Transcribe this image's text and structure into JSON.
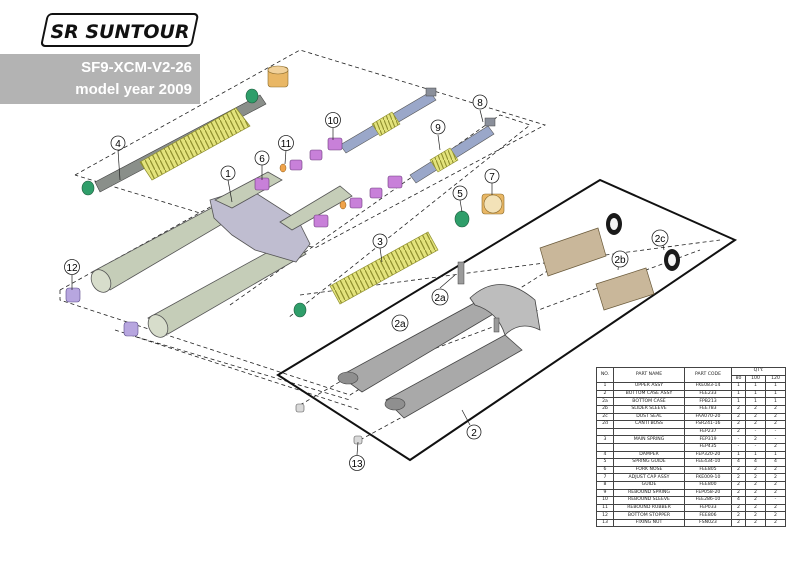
{
  "brand": {
    "logo_text": "SR SUNTOUR"
  },
  "model": {
    "code": "SF9-XCM-V2-26",
    "year": "model year 2009"
  },
  "callouts": {
    "c1": "1",
    "c2": "2",
    "c2a_top": "2a",
    "c2a": "2a",
    "c2b": "2b",
    "c2c": "2c",
    "c3": "3",
    "c4": "4",
    "c5": "5",
    "c6": "6",
    "c7": "7",
    "c8": "8",
    "c9": "9",
    "c10": "10",
    "c11": "11",
    "c12": "12",
    "c13": "13"
  },
  "table": {
    "headers": {
      "no": "NO.",
      "name": "PART NAME",
      "code": "PART CODE",
      "qty": "QTY.",
      "q80": "80",
      "q100": "100",
      "q120": "120"
    },
    "rows": [
      {
        "no": "1",
        "name": "UPPER ASSY",
        "code": "FKE083-14",
        "q80": "1",
        "q100": "1",
        "q120": "1"
      },
      {
        "no": "2",
        "name": "BOTTOM CASE ASSY",
        "code": "FEE233",
        "q80": "1",
        "q100": "1",
        "q120": "1"
      },
      {
        "no": "2a",
        "name": "BOTTOM CASE",
        "code": "FPB213",
        "q80": "1",
        "q100": "1",
        "q120": "1"
      },
      {
        "no": "2b",
        "name": "SLIDER SLEEVE",
        "code": "FEE783",
        "q80": "2",
        "q100": "2",
        "q120": "2"
      },
      {
        "no": "2c",
        "name": "DUST SEAL",
        "code": "FAA070-20",
        "q80": "2",
        "q100": "2",
        "q120": "2"
      },
      {
        "no": "2d",
        "name": "CANTI BOSS",
        "code": "FSR241-16",
        "q80": "2",
        "q100": "2",
        "q120": "2"
      },
      {
        "no": "",
        "name": "",
        "code": "FEP237",
        "q80": "2",
        "q100": "-",
        "q120": "-"
      },
      {
        "no": "3",
        "name": "MAIN SPRING",
        "code": "FEP319",
        "q80": "-",
        "q100": "2",
        "q120": "-"
      },
      {
        "no": "",
        "name": "",
        "code": "FEP435",
        "q80": "-",
        "q100": "-",
        "q120": "2"
      },
      {
        "no": "4",
        "name": "DAMPER",
        "code": "FEP320-20",
        "q80": "1",
        "q100": "1",
        "q120": "1"
      },
      {
        "no": "5",
        "name": "SPRING GUIDE",
        "code": "FEE434-10",
        "q80": "4",
        "q100": "4",
        "q120": "4"
      },
      {
        "no": "6",
        "name": "FORK NOSE",
        "code": "FEE805",
        "q80": "2",
        "q100": "2",
        "q120": "2"
      },
      {
        "no": "7",
        "name": "ADJUST CAP ASSY",
        "code": "FKE009-10",
        "q80": "2",
        "q100": "2",
        "q120": "2"
      },
      {
        "no": "8",
        "name": "GUIDE",
        "code": "FEE800",
        "q80": "2",
        "q100": "2",
        "q120": "2"
      },
      {
        "no": "9",
        "name": "REBOUND SPRING",
        "code": "FEP058-20",
        "q80": "2",
        "q100": "2",
        "q120": "2"
      },
      {
        "no": "10",
        "name": "REBOUND SLEEVE",
        "code": "FEE286-10",
        "q80": "4",
        "q100": "2",
        "q120": "-"
      },
      {
        "no": "11",
        "name": "REBOUND RUBBER",
        "code": "FEP033",
        "q80": "2",
        "q100": "2",
        "q120": "2"
      },
      {
        "no": "12",
        "name": "BOTTOM STOPPER",
        "code": "FEE806",
        "q80": "2",
        "q100": "2",
        "q120": "2"
      },
      {
        "no": "13",
        "name": "FIXING NUT",
        "code": "FSN023",
        "q80": "2",
        "q100": "2",
        "q120": "2"
      }
    ]
  },
  "colors": {
    "stanchion": "#c5cdb8",
    "crown": "#bfbdd0",
    "lower_leg": "#a9a9a9",
    "spring": "#e2e27a",
    "sleeve": "#c880d9",
    "seal": "#2f9e6a",
    "bushing": "#c9b79a",
    "cap": "#e9b765"
  }
}
